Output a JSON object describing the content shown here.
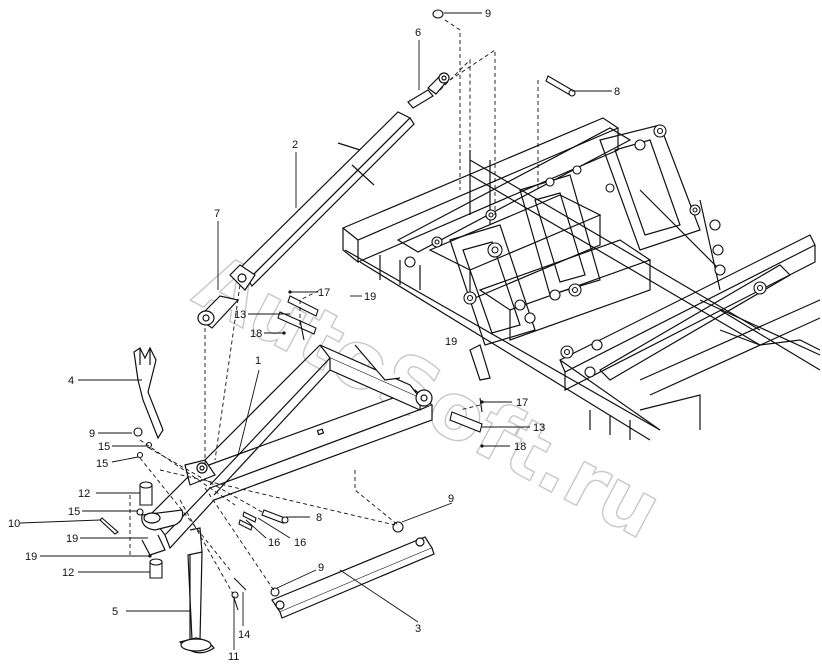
{
  "watermark": "AutoSoft.ru",
  "callouts": [
    {
      "id": "c9a",
      "text": "9"
    },
    {
      "id": "c6",
      "text": "6"
    },
    {
      "id": "c8a",
      "text": "8"
    },
    {
      "id": "c2",
      "text": "2"
    },
    {
      "id": "c7",
      "text": "7"
    },
    {
      "id": "c17a",
      "text": "17"
    },
    {
      "id": "c19a",
      "text": "19"
    },
    {
      "id": "c13a",
      "text": "13"
    },
    {
      "id": "c18a",
      "text": "18"
    },
    {
      "id": "c19b",
      "text": "19"
    },
    {
      "id": "c1",
      "text": "1"
    },
    {
      "id": "c4",
      "text": "4"
    },
    {
      "id": "c17b",
      "text": "17"
    },
    {
      "id": "c13b",
      "text": "13"
    },
    {
      "id": "c9b",
      "text": "9"
    },
    {
      "id": "c15a",
      "text": "15"
    },
    {
      "id": "c15b",
      "text": "15"
    },
    {
      "id": "c18b",
      "text": "18"
    },
    {
      "id": "c12a",
      "text": "12"
    },
    {
      "id": "c9c",
      "text": "9"
    },
    {
      "id": "c15c",
      "text": "15"
    },
    {
      "id": "c10",
      "text": "10"
    },
    {
      "id": "c8b",
      "text": "8"
    },
    {
      "id": "c19c",
      "text": "19"
    },
    {
      "id": "c16a",
      "text": "16"
    },
    {
      "id": "c16b",
      "text": "16"
    },
    {
      "id": "c19d",
      "text": "19"
    },
    {
      "id": "c12b",
      "text": "12"
    },
    {
      "id": "c9d",
      "text": "9"
    },
    {
      "id": "c5",
      "text": "5"
    },
    {
      "id": "c3",
      "text": "3"
    },
    {
      "id": "c14",
      "text": "14"
    },
    {
      "id": "c11",
      "text": "11"
    }
  ]
}
